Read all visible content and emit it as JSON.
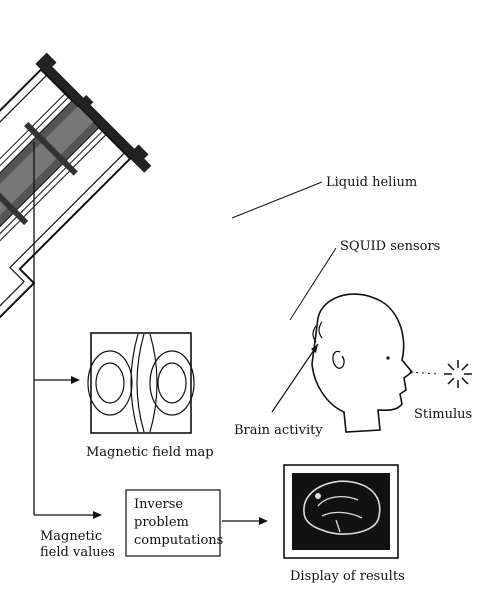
{
  "labels": {
    "liquid_helium": "Liquid helium",
    "squid_sensors": "SQUID sensors",
    "brain_activity": "Brain activity",
    "stimulus": "Stimulus",
    "field_map": "Magnetic field map",
    "field_values_line1": "Magnetic",
    "field_values_line2": "field values",
    "inverse_line1": "Inverse",
    "inverse_line2": "problem",
    "inverse_line3": "computations",
    "display_results": "Display of results"
  },
  "icons": {
    "dewar": "cryogenic-dewar-icon",
    "head": "human-head-icon",
    "stimulus": "light-flash-icon",
    "field_map": "field-contour-map-icon",
    "brain_display": "brain-display-icon"
  },
  "colors": {
    "ink": "#111111",
    "dewar_core": "#555555",
    "display_screen": "#111111"
  }
}
